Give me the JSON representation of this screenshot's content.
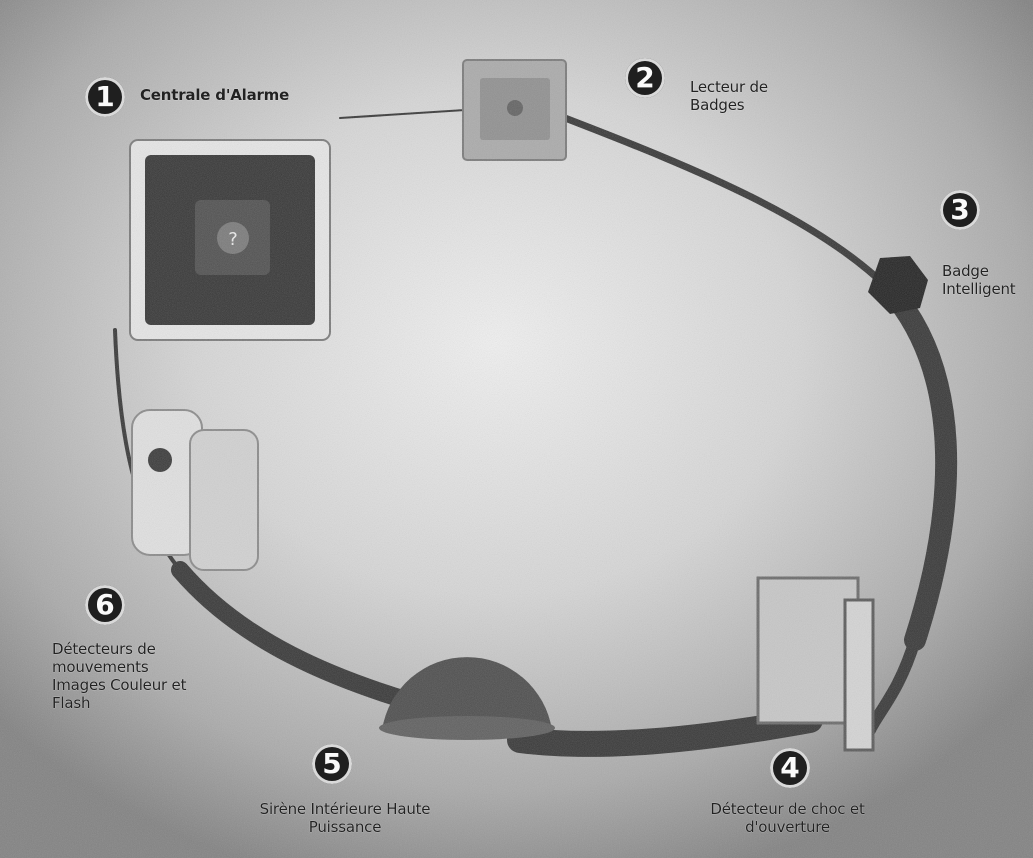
{
  "steps": [
    {
      "number": "1",
      "label": "Centrale d'Alarme"
    },
    {
      "number": "2",
      "label": "Lecteur de Badges"
    },
    {
      "number": "3",
      "label": "Badge Intelligent"
    },
    {
      "number": "4",
      "label": "Détecteur de choc et d'ouverture"
    },
    {
      "number": "5",
      "label": "Sirène Intérieure Haute Puissance"
    },
    {
      "number": "6",
      "label": "Détecteurs de mouvements Images Couleur et Flash"
    }
  ],
  "colors": {
    "loop": "#303030",
    "background": "#9a9a9a",
    "badge": "#1f1f1f"
  }
}
